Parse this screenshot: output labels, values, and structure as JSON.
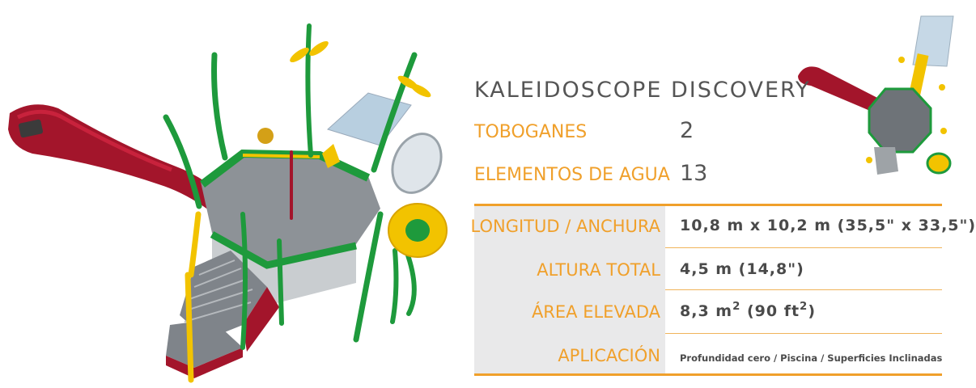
{
  "product": {
    "title": "KALEIDOSCOPE DISCOVERY"
  },
  "stats": [
    {
      "label": "TOBOGANES",
      "value": "2"
    },
    {
      "label": "ELEMENTOS DE AGUA",
      "value": "13"
    }
  ],
  "specs": {
    "dimensions": {
      "label": "LONGITUD / ANCHURA",
      "value": "10,8 m x 10,2 m (35,5\" x 33,5\")"
    },
    "height": {
      "label": "ALTURA TOTAL",
      "value": "4,5 m (14,8\")"
    },
    "area": {
      "label": "ÁREA ELEVADA",
      "value_prefix": "8,3 m",
      "exp1": "2",
      "value_middle": " (90 ft",
      "exp2": "2",
      "value_suffix": ")"
    },
    "application": {
      "label": "APLICACIÓN",
      "value": "Profundidad cero / Piscina / Superficies Inclinadas"
    }
  },
  "colors": {
    "accent": "#f0a02b",
    "text": "#555555",
    "label_bg": "#e9e9ea",
    "slide_red": "#a3152b",
    "frame_green": "#1e9a3c",
    "deck_grey": "#8a8f94",
    "yellow": "#f2c300"
  },
  "icons": {
    "main": "water-playground-illustration",
    "mini": "top-view-illustration"
  }
}
